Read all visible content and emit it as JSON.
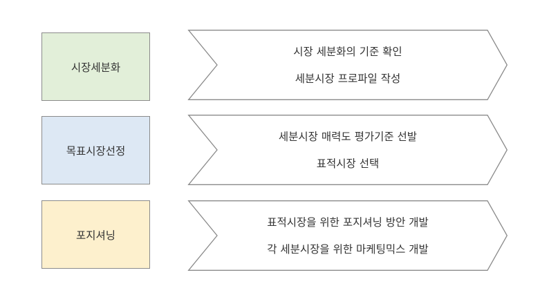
{
  "colors": {
    "segmentation_fill": "#e2efd9",
    "targeting_fill": "#dde8f4",
    "positioning_fill": "#fdf0cd",
    "border": "#8a8a8a",
    "text": "#333333"
  },
  "steps": [
    {
      "label": "시장세분화",
      "details": [
        "시장 세분화의 기준 확인",
        "세분시장 프로파일 작성"
      ]
    },
    {
      "label": "목표시장선정",
      "details": [
        "세분시장 매력도 평가기준 선발",
        "표적시장 선택"
      ]
    },
    {
      "label": "포지셔닝",
      "details": [
        "표적시장을 위한 포지셔닝 방안 개발",
        "각 세분시장을 위한 마케팅믹스 개발"
      ]
    }
  ]
}
